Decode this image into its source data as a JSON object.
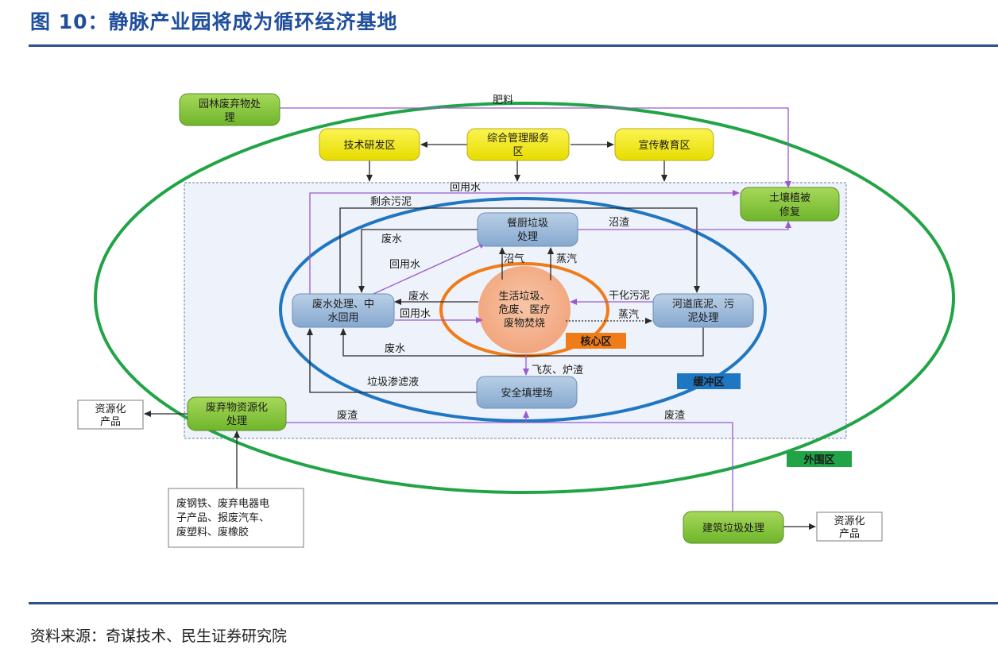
{
  "title": "图 10：静脉产业园将成为循环经济基地",
  "source": "资料来源：奇谋技术、民生证券研究院",
  "nodes": {
    "garden_waste": [
      "园林废弃物处",
      "理"
    ],
    "tech_rd": "技术研发区",
    "mgmt": [
      "综合管理服务",
      "区"
    ],
    "edu": "宣传教育区",
    "soil": [
      "土壤植被",
      "修复"
    ],
    "kitchen": [
      "餐厨垃圾",
      "处理"
    ],
    "wastewater": [
      "废水处理、中",
      "水回用"
    ],
    "core": [
      "生活垃圾、",
      "危废、医疗",
      "废物焚烧"
    ],
    "river": [
      "河道底泥、污",
      "泥处理"
    ],
    "landfill": "安全填埋场",
    "resource_proc": [
      "废弃物资源化",
      "处理"
    ],
    "resource_prod_left": [
      "资源化",
      "产品"
    ],
    "resource_prod_right": [
      "资源化",
      "产品"
    ],
    "scrap": [
      "废钢铁、废弃电器电",
      "子产品、报废汽车、",
      "废塑料、废橡胶"
    ],
    "construction": "建筑垃圾处理"
  },
  "labels": {
    "fertilizer": "肥料",
    "recycled_water_top": "回用水",
    "residual_sludge": "剩余污泥",
    "biogas_residue": "沼渣",
    "wastewater_a": "废水",
    "recycled_water_a": "回用水",
    "biogas": "沼气",
    "steam_a": "蒸汽",
    "wastewater_b": "废水",
    "recycled_water_b": "回用水",
    "dried_sludge": "干化污泥",
    "steam_b": "蒸汽",
    "wastewater_c": "废水",
    "fly_ash": "飞灰、炉渣",
    "leachate": "垃圾渗滤液",
    "waste_residue_a": "废渣",
    "waste_residue_b": "废渣"
  },
  "zones": {
    "core": "核心区",
    "buffer": "缓冲区",
    "outer": "外围区"
  },
  "colors": {
    "green_fill": "#8cc63f",
    "yellow_fill": "#f5ec1e",
    "blue_fill": "#9fbbd9",
    "ring_green": "#21a446",
    "ring_blue": "#1f76c1",
    "ring_orange": "#f07c18",
    "arrow_purple": "#9b59d0",
    "arrow_dark": "#2a2a2a"
  }
}
